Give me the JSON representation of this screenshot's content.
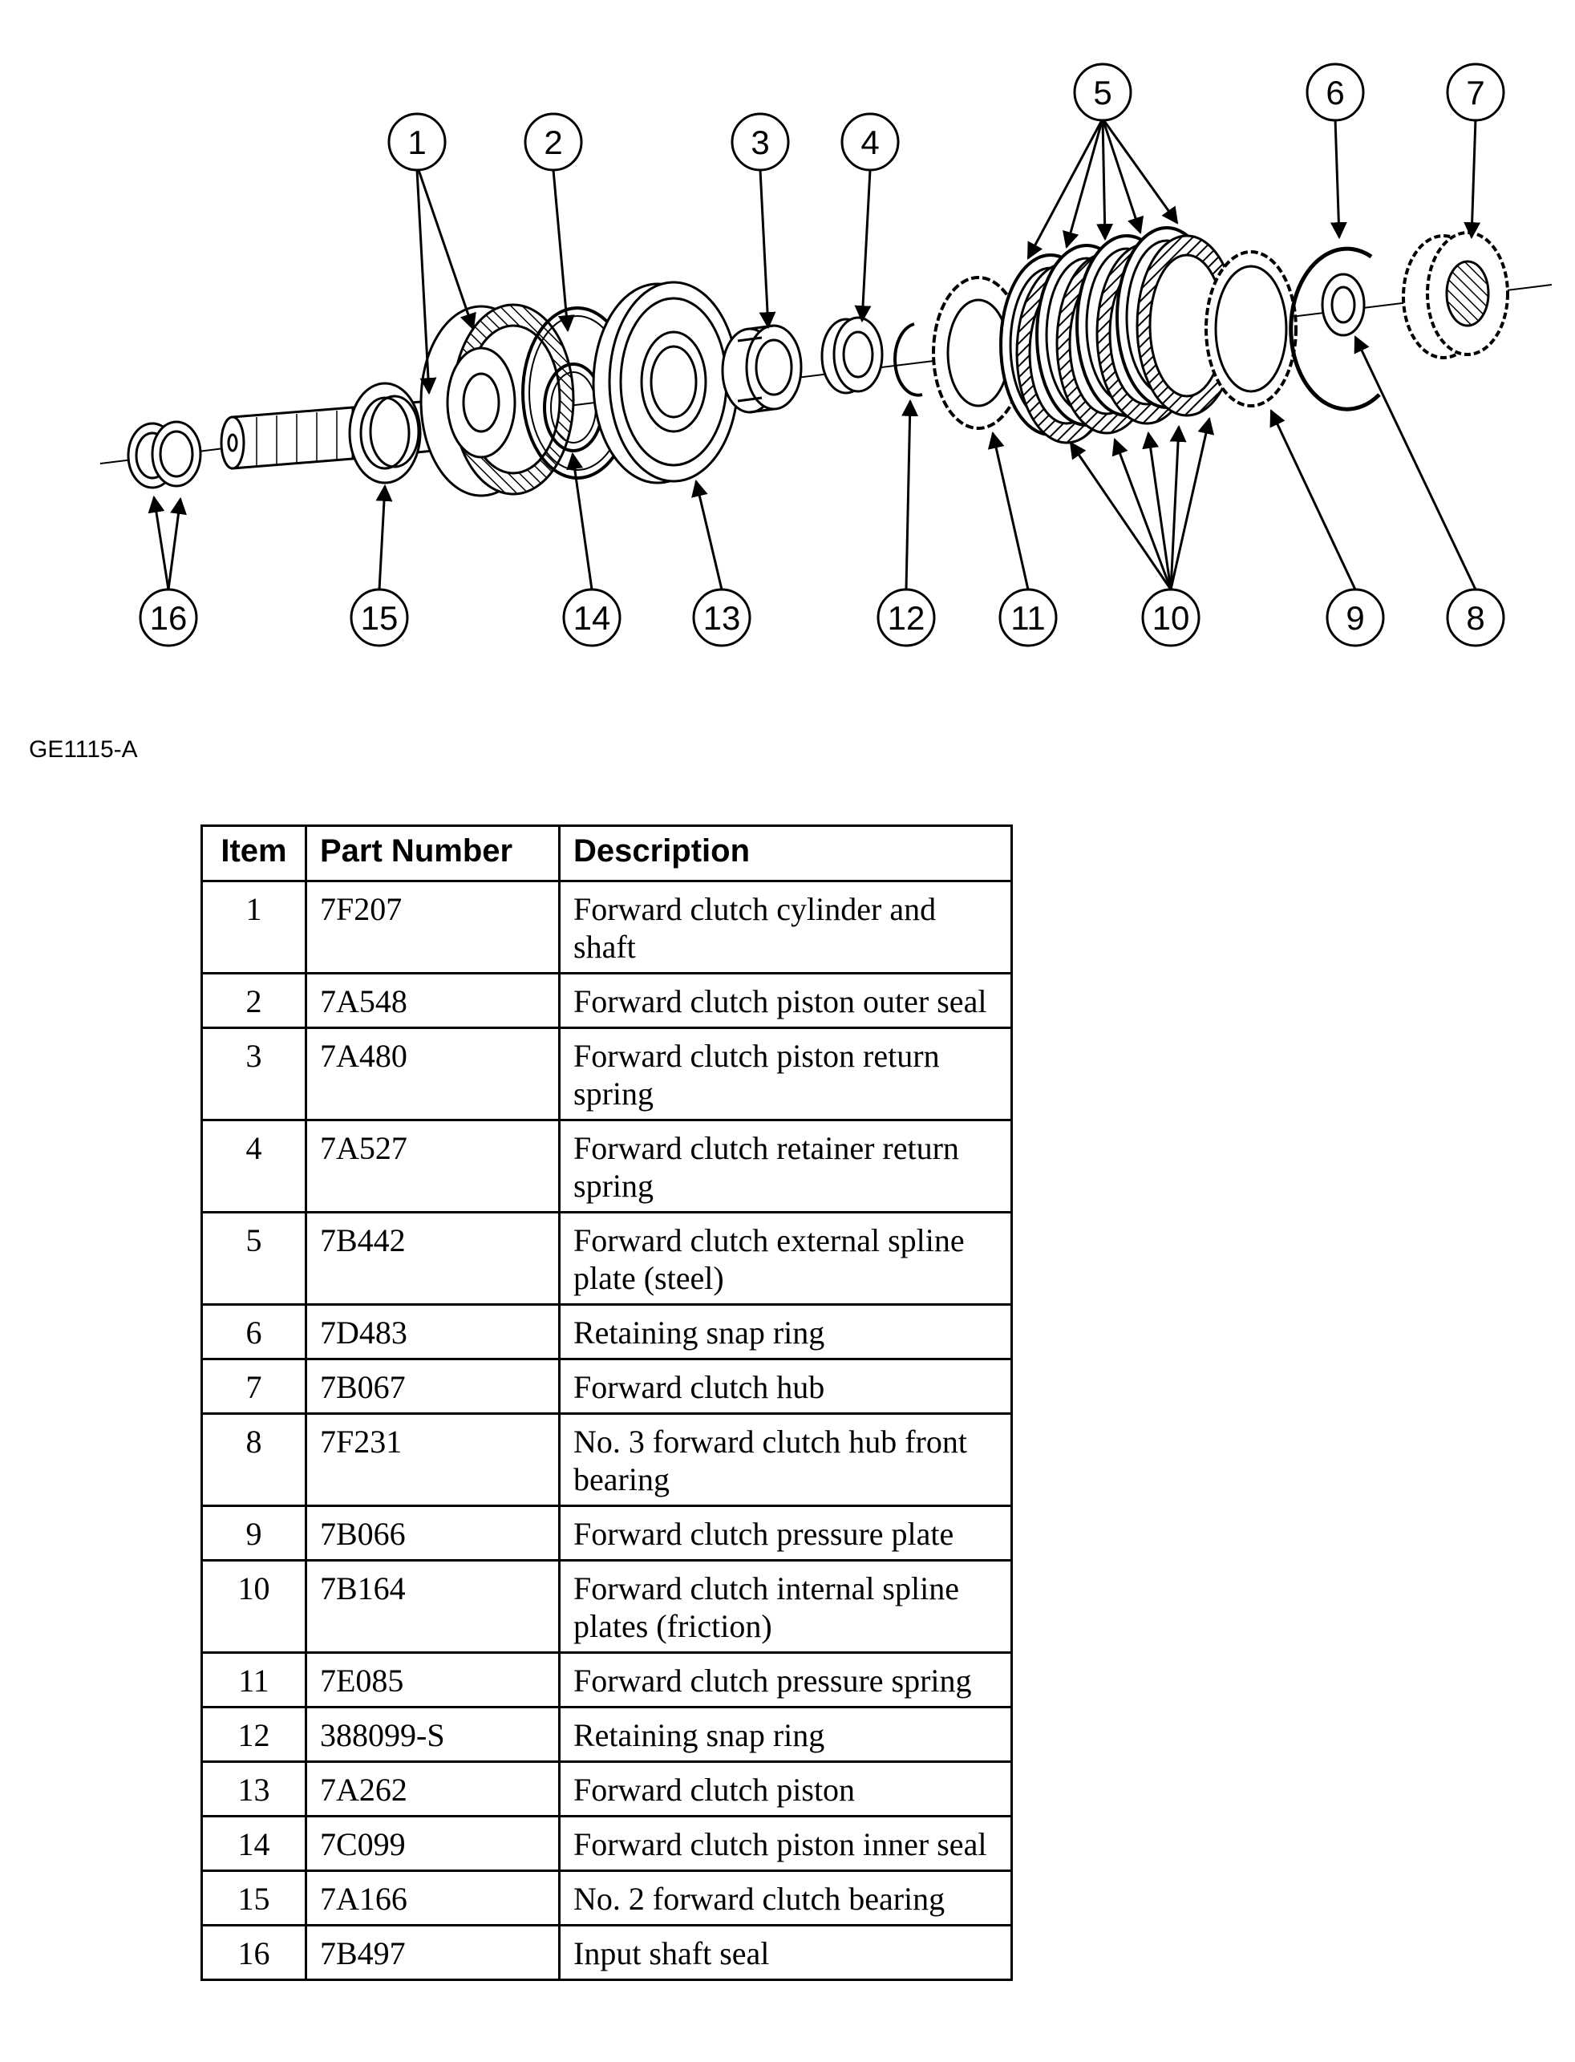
{
  "figure_id": "GE1115-A",
  "callouts": [
    "1",
    "2",
    "3",
    "4",
    "5",
    "6",
    "7",
    "8",
    "9",
    "10",
    "11",
    "12",
    "13",
    "14",
    "15",
    "16"
  ],
  "table": {
    "headers": {
      "item": "Item",
      "part_number": "Part Number",
      "description": "Description"
    },
    "rows": [
      {
        "item": "1",
        "part": "7F207",
        "desc": "Forward clutch cylinder and shaft"
      },
      {
        "item": "2",
        "part": "7A548",
        "desc": "Forward clutch piston outer seal"
      },
      {
        "item": "3",
        "part": "7A480",
        "desc": "Forward clutch piston return spring"
      },
      {
        "item": "4",
        "part": "7A527",
        "desc": "Forward clutch retainer return spring"
      },
      {
        "item": "5",
        "part": "7B442",
        "desc": "Forward clutch external spline plate (steel)"
      },
      {
        "item": "6",
        "part": "7D483",
        "desc": "Retaining snap ring"
      },
      {
        "item": "7",
        "part": "7B067",
        "desc": "Forward clutch hub"
      },
      {
        "item": "8",
        "part": "7F231",
        "desc": "No. 3 forward clutch hub front bearing"
      },
      {
        "item": "9",
        "part": "7B066",
        "desc": "Forward clutch pressure plate"
      },
      {
        "item": "10",
        "part": "7B164",
        "desc": "Forward clutch internal spline plates (friction)"
      },
      {
        "item": "11",
        "part": "7E085",
        "desc": "Forward clutch pressure spring"
      },
      {
        "item": "12",
        "part": "388099-S",
        "desc": "Retaining snap ring"
      },
      {
        "item": "13",
        "part": "7A262",
        "desc": "Forward clutch piston"
      },
      {
        "item": "14",
        "part": "7C099",
        "desc": "Forward clutch piston inner seal"
      },
      {
        "item": "15",
        "part": "7A166",
        "desc": "No. 2 forward clutch bearing"
      },
      {
        "item": "16",
        "part": "7B497",
        "desc": "Input shaft seal"
      }
    ]
  }
}
